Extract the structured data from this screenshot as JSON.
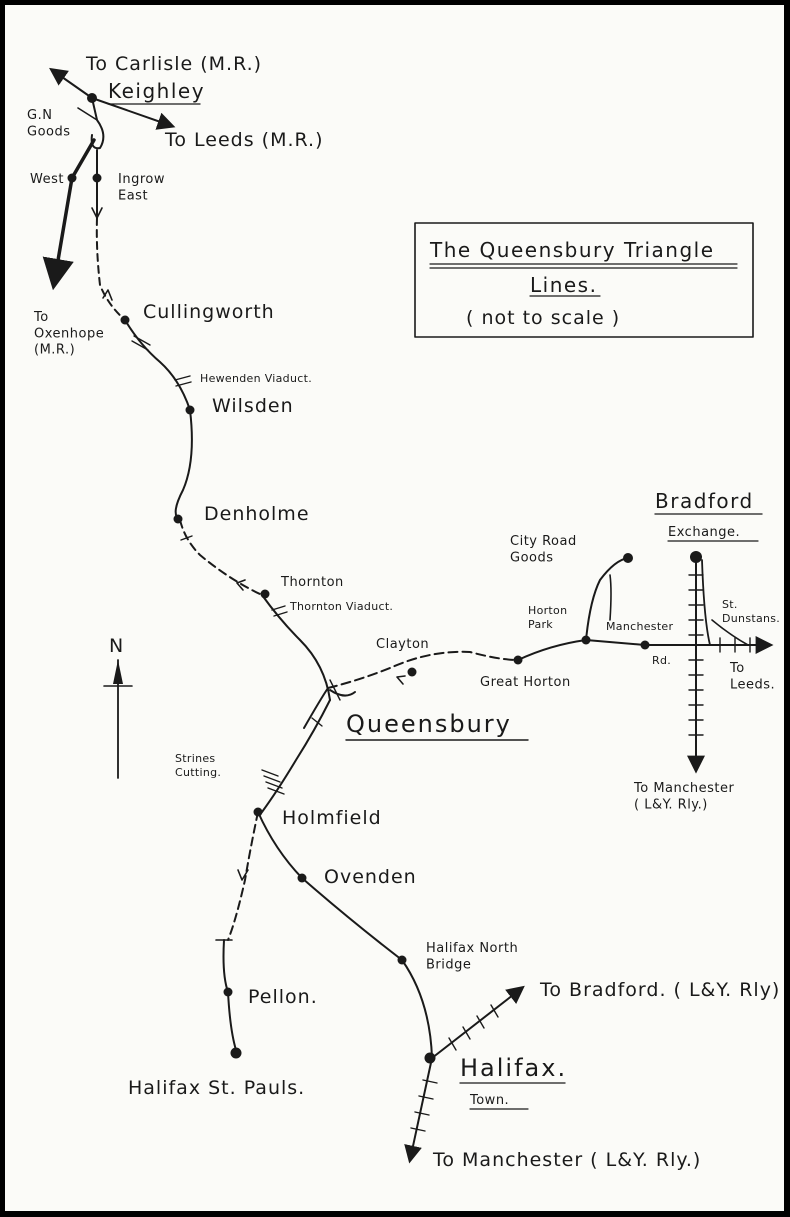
{
  "map": {
    "legend": {
      "title": "The Queensbury Triangle",
      "line2": "Lines.",
      "line3": "( not to scale )"
    },
    "north_label": "N",
    "stations": {
      "keighley": "Keighley",
      "gn_goods": "G.N\nGoods",
      "ingrow_west": "West",
      "ingrow_east": "Ingrow\nEast",
      "cullingworth": "Cullingworth",
      "wilsden": "Wilsden",
      "denholme": "Denholme",
      "thornton": "Thornton",
      "clayton": "Clayton",
      "queensbury": "Queensbury",
      "great_horton": "Great Horton",
      "horton_park": "Horton\nPark",
      "manchester_rd": "Manchester",
      "manchester_rd_suffix": "Rd.",
      "city_road_goods": "City Road\nGoods",
      "bradford_exchange": "Bradford",
      "bradford_exchange_2": "Exchange.",
      "st_dunstans": "St.\nDunstans.",
      "holmfield": "Holmfield",
      "ovenden": "Ovenden",
      "halifax_north_bridge": "Halifax North\nBridge",
      "pellon": "Pellon.",
      "halifax_st_pauls": "Halifax St. Pauls.",
      "halifax_town": "Halifax.",
      "halifax_town_2": "Town."
    },
    "features": {
      "hewenden_viaduct": "Hewenden Viaduct.",
      "thornton_viaduct": "Thornton Viaduct.",
      "strines_cutting": "Strines\nCutting."
    },
    "destinations": {
      "carlisle": "To Carlisle (M.R.)",
      "leeds_mr": "To Leeds (M.R.)",
      "oxenhope": "To\nOxenhope\n(M.R.)",
      "leeds": "To\nLeeds.",
      "manchester_bradford": "To Manchester\n( L&Y. Rly.)",
      "bradford": "To Bradford. ( L&Y. Rly)",
      "manchester_halifax": "To Manchester ( L&Y. Rly.)"
    }
  }
}
